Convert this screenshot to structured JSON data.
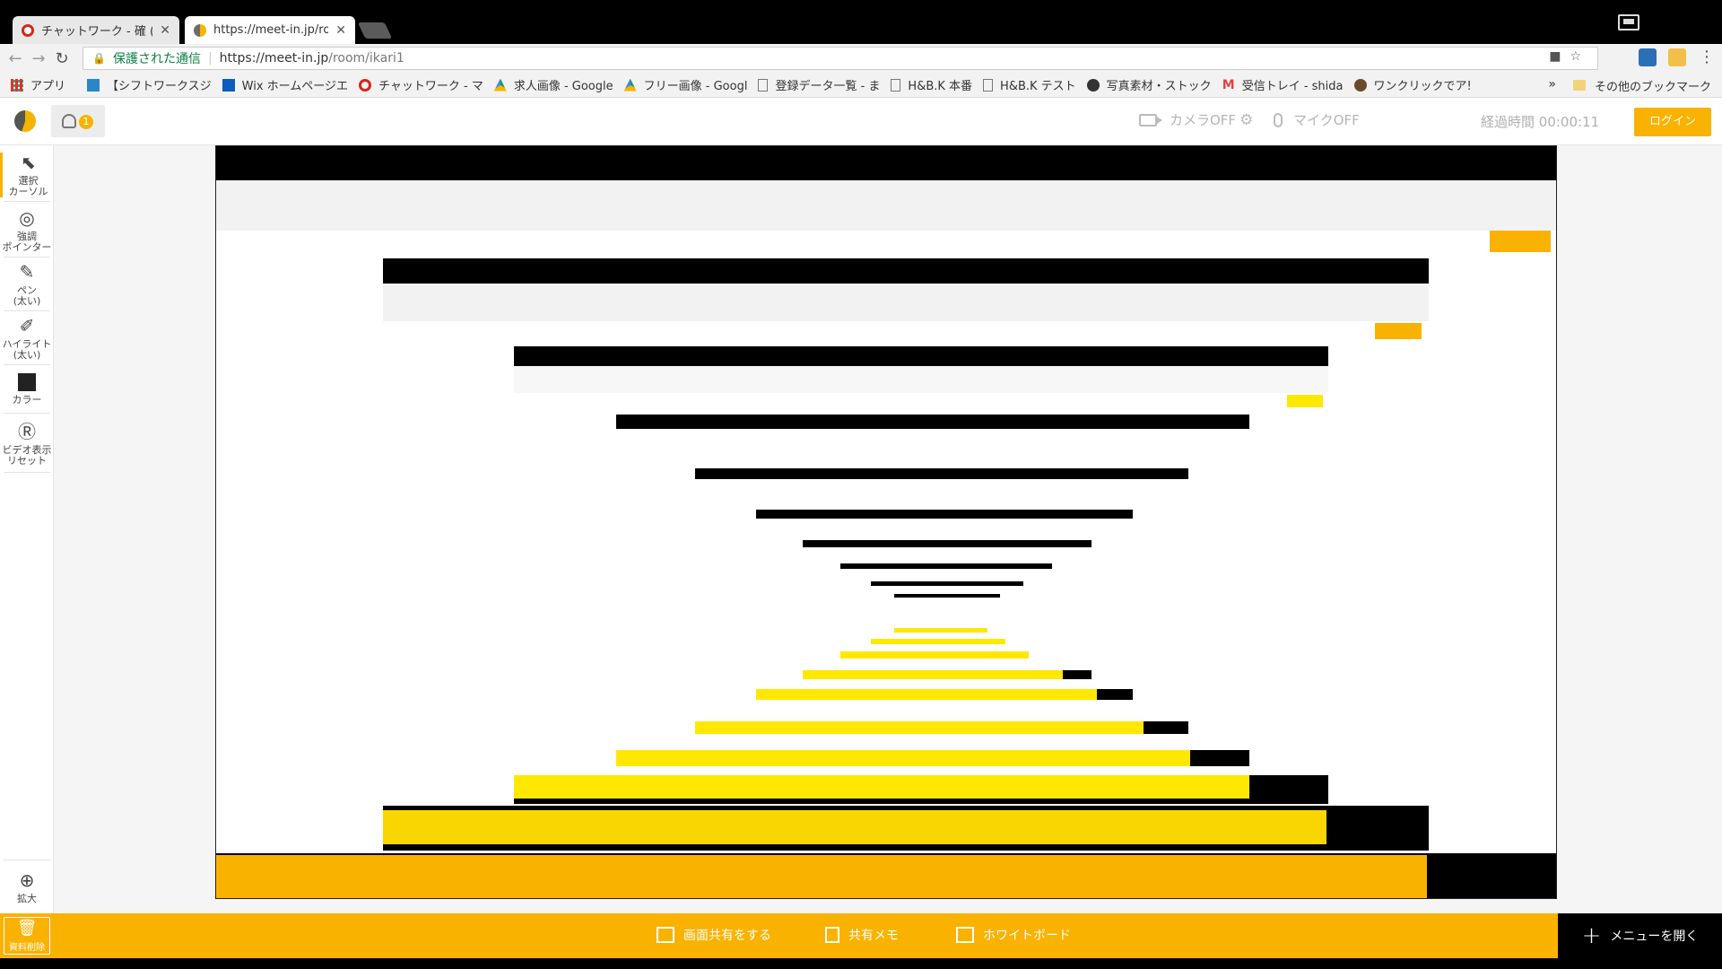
{
  "browser": {
    "tabs": [
      {
        "title": "チャットワーク - 確 (計",
        "favicon": "chatwork-icon",
        "active": false
      },
      {
        "title": "https://meet-in.jp/roo",
        "favicon": "meetin-icon",
        "active": true
      }
    ],
    "secure_label": "保護された通信",
    "url_host": "https://meet-in.jp",
    "url_path": "/room/ikari1",
    "bookmarks": [
      {
        "label": "アプリ",
        "icon": "apps-grid-icon"
      },
      {
        "label": "【シフトワークスジ",
        "icon": "bookmark-icon"
      },
      {
        "label": "Wix ホームページエ",
        "icon": "wix-icon"
      },
      {
        "label": "チャットワーク - マ",
        "icon": "chatwork-icon"
      },
      {
        "label": "求人画像 - Google",
        "icon": "drive-icon"
      },
      {
        "label": "フリー画像 - Googl",
        "icon": "drive-icon"
      },
      {
        "label": "登録データ一覧 - ま",
        "icon": "page-icon"
      },
      {
        "label": "H&B.K 本番",
        "icon": "page-icon"
      },
      {
        "label": "H&B.K テスト",
        "icon": "page-icon"
      },
      {
        "label": "写真素材・ストック",
        "icon": "photo-icon"
      },
      {
        "label": "受信トレイ - shida",
        "icon": "gmail-icon"
      },
      {
        "label": "ワンクリックでア!",
        "icon": "avatar-icon"
      }
    ],
    "bookmarks_more": "»",
    "other_bookmarks": "その他のブックマーク"
  },
  "app": {
    "participant_count": "1",
    "camera_label": "カメラOFF",
    "mic_label": "マイクOFF",
    "elapsed_label": "経過時間 00:00:11",
    "login_label": "ログイン",
    "tools": [
      {
        "label": "選択\nカーソル",
        "icon": "cursor-icon"
      },
      {
        "label": "強調\nポインター",
        "icon": "pointer-icon"
      },
      {
        "label": "ペン\n(太い)",
        "icon": "pen-icon"
      },
      {
        "label": "ハイライト\n(太い)",
        "icon": "highlighter-icon"
      },
      {
        "label": "カラー",
        "icon": "color-swatch-icon"
      },
      {
        "label": "ビデオ表示\nリセット",
        "icon": "video-reset-icon"
      }
    ],
    "zoom_label": "拡大",
    "bottom": {
      "delete_label": "資料削除",
      "share_label": "画面共有をする",
      "memo_label": "共有メモ",
      "whiteboard_label": "ホワイトボード",
      "menu_label": "メニューを開く"
    }
  },
  "colors": {
    "accent": "#f9b200",
    "chatwork_red": "#d5271a",
    "secure_green": "#0b8043"
  }
}
